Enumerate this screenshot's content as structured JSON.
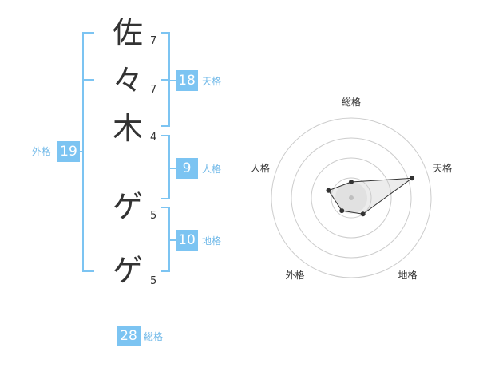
{
  "name_chars": [
    {
      "char": "佐",
      "strokes": "7"
    },
    {
      "char": "々",
      "strokes": "7"
    },
    {
      "char": "木",
      "strokes": "4"
    },
    {
      "char": "ゲ",
      "strokes": "5"
    },
    {
      "char": "ゲ",
      "strokes": "5"
    }
  ],
  "fortunes": {
    "tenkaku": {
      "value": "18",
      "label": "天格"
    },
    "jinkaku": {
      "value": "9",
      "label": "人格"
    },
    "chikaku": {
      "value": "10",
      "label": "地格"
    },
    "gaikaku": {
      "value": "19",
      "label": "外格"
    },
    "soukaku": {
      "value": "28",
      "label": "総格"
    }
  },
  "colors": {
    "accent": "#7cc4f2",
    "text": "#333333",
    "grid": "#cccccc"
  },
  "chart_data": {
    "type": "radar",
    "axes": [
      "総格",
      "天格",
      "地格",
      "外格",
      "人格"
    ],
    "values": [
      0.2,
      0.8,
      0.25,
      0.2,
      0.3
    ],
    "range": [
      0,
      1
    ],
    "rings": 4
  }
}
